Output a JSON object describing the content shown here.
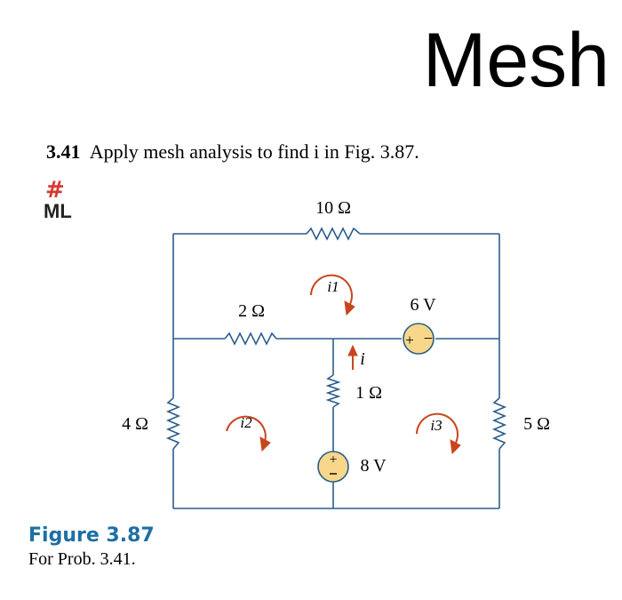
{
  "slide": {
    "title": "Mesh"
  },
  "problem": {
    "number": "3.41",
    "text": "Apply mesh analysis to find i in Fig. 3.87."
  },
  "badge": {
    "symbol": "#",
    "label": "ML"
  },
  "circuit": {
    "wire_color": "#2a5d8c",
    "accent_color": "#c8461d",
    "source_fill": "#f8d78a",
    "labels": {
      "r_top": "10 Ω",
      "r_middle_left": "2 Ω",
      "r_center": "1 Ω",
      "r_left": "4 Ω",
      "r_right": "5 Ω",
      "source_top": "6 V",
      "source_bottom": "8 V",
      "current_i": "i",
      "mesh_1": "i1",
      "mesh_2": "i2",
      "mesh_3": "i3"
    }
  },
  "figure": {
    "label": "Figure 3.87",
    "caption": "For Prob. 3.41."
  }
}
